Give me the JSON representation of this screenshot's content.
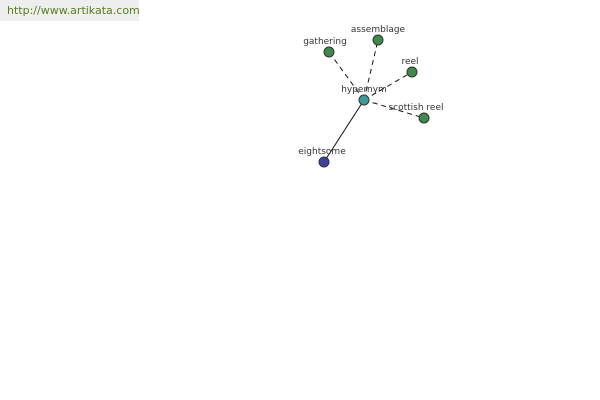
{
  "site": {
    "url": "http://www.artikata.com"
  },
  "graph": {
    "colors": {
      "edge": "#111111",
      "node_stroke": "#333333",
      "related": "#3e8a4a",
      "center": "#3b9a9a",
      "source": "#4040a0"
    },
    "center": {
      "label": "hypernym"
    },
    "source": {
      "label": "eightsome"
    },
    "related": [
      {
        "label": "gathering"
      },
      {
        "label": "assemblage"
      },
      {
        "label": "reel"
      },
      {
        "label": "scottish reel"
      }
    ]
  }
}
